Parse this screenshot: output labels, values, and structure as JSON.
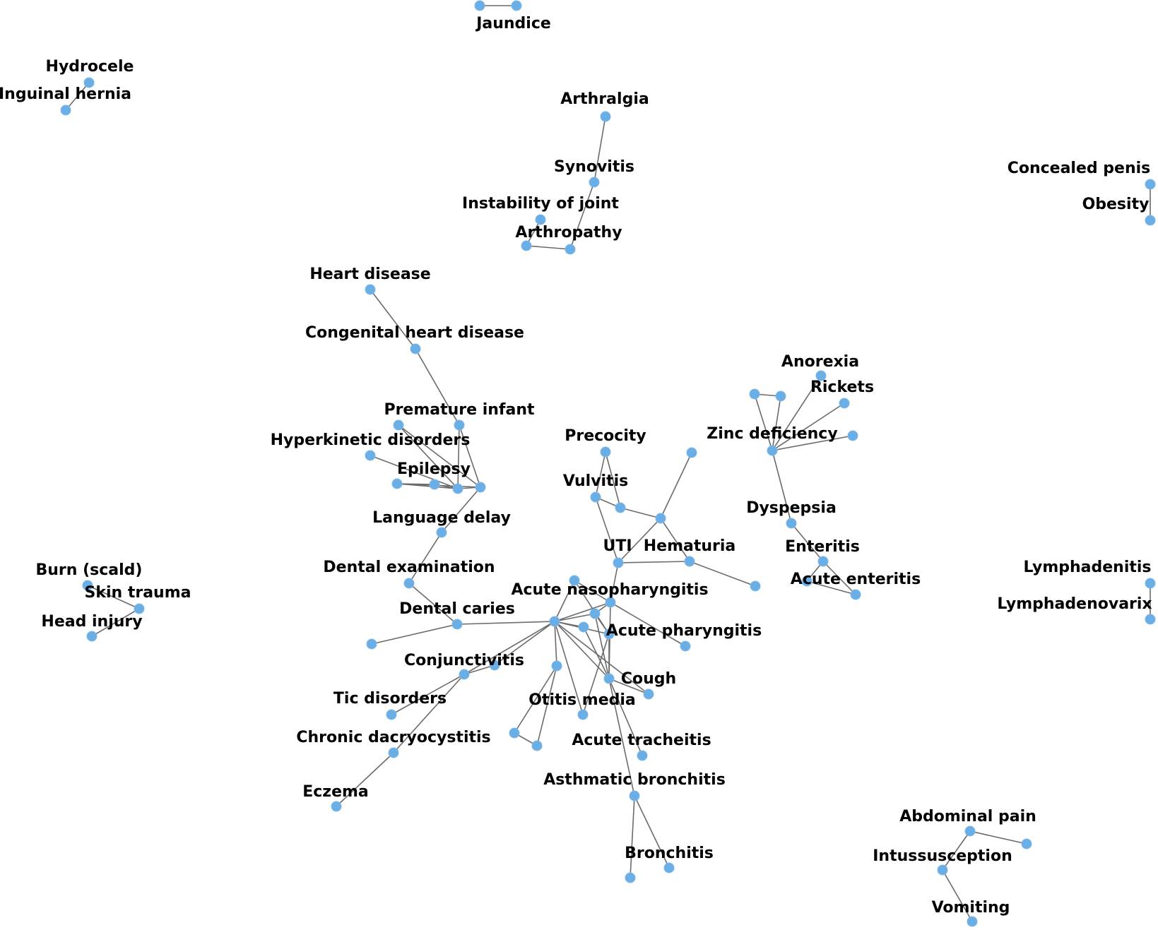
{
  "colors": {
    "node": "#6aaee6",
    "edge": "#6b6b6b",
    "label": "#000000",
    "background": "#ffffff"
  },
  "labels": {
    "jaundice": "Jaundice",
    "hydrocele": "Hydrocele",
    "inguinal_hernia": "Inguinal hernia",
    "arthralgia": "Arthralgia",
    "synovitis": "Synovitis",
    "instability_of_joint": "Instability of joint",
    "arthropathy": "Arthropathy",
    "concealed_penis": "Concealed penis",
    "obesity": "Obesity",
    "heart_disease": "Heart disease",
    "congenital_heart_disease": "Congenital heart disease",
    "premature_infant": "Premature infant",
    "hyperkinetic_disorders": "Hyperkinetic disorders",
    "epilepsy": "Epilepsy",
    "language_delay": "Language delay",
    "anorexia": "Anorexia",
    "rickets": "Rickets",
    "zinc_deficiency": "Zinc deficiency",
    "precocity": "Precocity",
    "vulvitis": "Vulvitis",
    "dyspepsia": "Dyspepsia",
    "enteritis": "Enteritis",
    "acute_enteritis": "Acute enteritis",
    "uti": "UTI",
    "hematuria": "Hematuria",
    "lymphadenitis": "Lymphadenitis",
    "lymphadenovarix": "Lymphadenovarix",
    "burn_scald": "Burn (scald)",
    "skin_trauma": "Skin trauma",
    "head_injury": "Head injury",
    "dental_examination": "Dental examination",
    "acute_nasopharyngitis": "Acute nasopharyngitis",
    "dental_caries": "Dental caries",
    "acute_pharyngitis": "Acute pharyngitis",
    "conjunctivitis": "Conjunctivitis",
    "cough": "Cough",
    "tic_disorders": "Tic disorders",
    "otitis_media": "Otitis media",
    "chronic_dacryocystitis": "Chronic dacryocystitis",
    "acute_tracheitis": "Acute tracheitis",
    "asthmatic_bronchitis": "Asthmatic bronchitis",
    "eczema": "Eczema",
    "abdominal_pain": "Abdominal pain",
    "bronchitis": "Bronchitis",
    "intussusception": "Intussusception",
    "vomiting": "Vomiting"
  }
}
